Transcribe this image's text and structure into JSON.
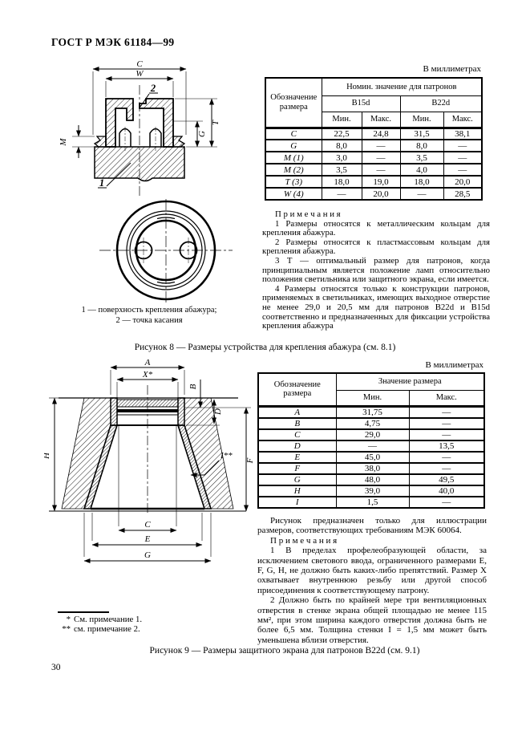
{
  "doc": {
    "header": "ГОСТ Р МЭК 61184—99",
    "page_number": "30",
    "units1": "В миллиметрах",
    "units2": "В миллиметрах"
  },
  "fig8": {
    "dims": {
      "C": "C",
      "W": "W",
      "M": "M",
      "T": "T",
      "G": "G",
      "n1": "1",
      "n2": "2"
    },
    "legend1": "1 — поверхность крепления абажура;",
    "legend2": "2 — точка касания",
    "caption": "Рисунок 8 — Размеры устройства для крепления абажура (см. 8.1)"
  },
  "table1": {
    "h_size": "Обозначение размера",
    "h_nominal": "Номин. значение для патронов",
    "h_b15d": "B15d",
    "h_b22d": "B22d",
    "h_min1": "Мин.",
    "h_max1": "Макс.",
    "h_min2": "Мин.",
    "h_max2": "Макс.",
    "rows": [
      {
        "d": "C",
        "v": [
          "22,5",
          "24,8",
          "31,5",
          "38,1"
        ]
      },
      {
        "d": "G",
        "v": [
          "8,0",
          "—",
          "8,0",
          "—"
        ]
      },
      {
        "d": "M (1)",
        "v": [
          "3,0",
          "—",
          "3,5",
          "—"
        ]
      },
      {
        "d": "M (2)",
        "v": [
          "3,5",
          "—",
          "4,0",
          "—"
        ]
      },
      {
        "d": "T (3)",
        "v": [
          "18,0",
          "19,0",
          "18,0",
          "20,0"
        ]
      },
      {
        "d": "W (4)",
        "v": [
          "—",
          "20,0",
          "—",
          "28,5"
        ]
      }
    ]
  },
  "notes1": {
    "title": "П р и м е ч а н и я",
    "n1": "1 Размеры относятся к металлическим кольцам для крепления абажура.",
    "n2": "2 Размеры относятся к пластмассовым кольцам для крепления абажура.",
    "n3": "3 Т — оптимальный размер для патронов, когда принципиальным является положение ламп относительно положения светильника или защитного экрана, если имеется.",
    "n4": "4 Размеры относятся только к конструкции патронов, применяемых в светильниках, имеющих выходное отверстие не менее 29,0 и 20,5 мм для патронов B22d и B15d соответственно и предназначенных для фиксации устройства крепления абажура"
  },
  "table2": {
    "h_size": "Обозначение размера",
    "h_value": "Значение размера",
    "h_min": "Мин.",
    "h_max": "Макс.",
    "rows": [
      {
        "d": "A",
        "min": "31,75",
        "max": "—"
      },
      {
        "d": "B",
        "min": "4,75",
        "max": "—"
      },
      {
        "d": "C",
        "min": "29,0",
        "max": "—"
      },
      {
        "d": "D",
        "min": "—",
        "max": "13,5"
      },
      {
        "d": "E",
        "min": "45,0",
        "max": "—"
      },
      {
        "d": "F",
        "min": "38,0",
        "max": "—"
      },
      {
        "d": "G",
        "min": "48,0",
        "max": "49,5"
      },
      {
        "d": "H",
        "min": "39,0",
        "max": "40,0"
      },
      {
        "d": "I",
        "min": "1,5",
        "max": "—"
      }
    ]
  },
  "fig9": {
    "dims": {
      "A": "A",
      "X": "X*",
      "B": "B",
      "D": "D",
      "H": "H",
      "F": "F",
      "I": "I**",
      "C": "C",
      "E": "E",
      "G": "G"
    },
    "note_intro": "Рисунок предназначен только для иллюстрации размеров, соответствующих требованиям МЭК 60064.",
    "notes_title": "П р и м е ч а н и я",
    "n1": "1 В пределах профелеобразующей области, за исключением светового ввода, ограниченного размерами E, F, G, H, не должно быть каких-либо препятствий. Размер X охватывает внутреннюю резьбу или другой способ присоединения к соответствующему патрону.",
    "n2": "2 Должно быть по крайней мере три вентиляционных отверстия в стенке экрана общей площадью не менее 115 мм², при этом ширина каждого отверстия должна быть не более 6,5 мм. Толщина стенки I = 1,5 мм может быть уменьшена вблизи отверстия.",
    "f1_mark": "*",
    "f1_text": "См. примечание 1.",
    "f2_mark": "**",
    "f2_text": "см. примечание 2.",
    "caption": "Рисунок 9 — Размеры защитного экрана для патронов B22d (см. 9.1)"
  }
}
